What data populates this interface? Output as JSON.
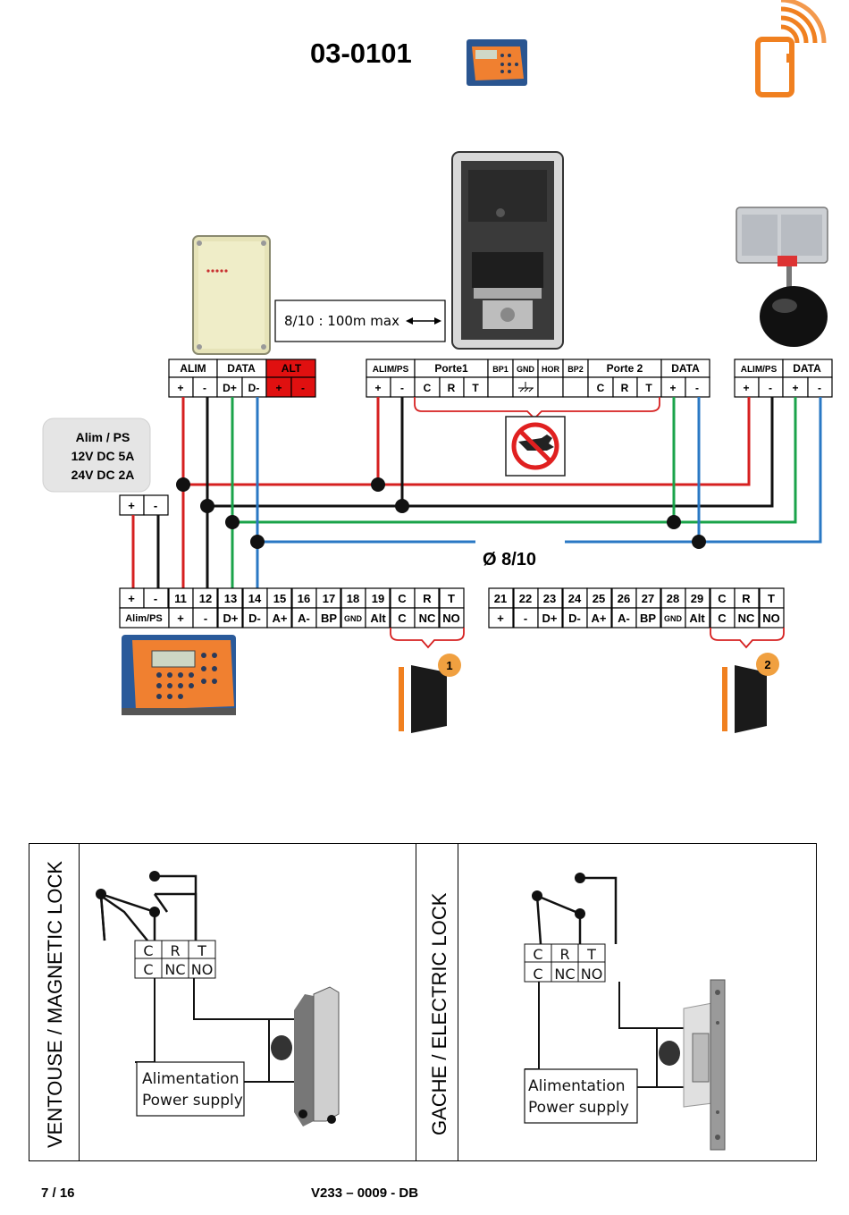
{
  "header": {
    "code": "03-0101"
  },
  "power_box": {
    "line1": "Alim / PS",
    "line2": "12V DC 5A",
    "line3": "24V DC 2A",
    "plus": "+",
    "minus": "-"
  },
  "distance_note": "8/10 : 100m max",
  "cable_label": "Ø 8/10",
  "module_a": {
    "headers": [
      "ALIM",
      "DATA",
      "ALT"
    ],
    "pins": [
      "+",
      "-",
      "D+",
      "D-",
      "+",
      "-"
    ]
  },
  "reader": {
    "headers": [
      "ALIM/PS",
      "Porte1",
      "BP1",
      "GND",
      "HOR",
      "BP2",
      "Porte 2",
      "DATA"
    ],
    "pins": [
      "+",
      "-",
      "C",
      "R",
      "T",
      "",
      "",
      "",
      "",
      "C",
      "R",
      "T",
      "+",
      "-"
    ]
  },
  "module_c": {
    "headers": [
      "ALIM/PS",
      "DATA"
    ],
    "pins": [
      "+",
      "-",
      "+",
      "-"
    ]
  },
  "controller_left": {
    "top": [
      "+",
      "-",
      "11",
      "12",
      "13",
      "14",
      "15",
      "16",
      "17",
      "18",
      "19",
      "C",
      "R",
      "T"
    ],
    "bottom": [
      "Alim/PS",
      "+",
      "-",
      "D+",
      "D-",
      "A+",
      "A-",
      "BP",
      "GND",
      "Alt",
      "C",
      "NC",
      "NO"
    ]
  },
  "controller_right": {
    "top": [
      "21",
      "22",
      "23",
      "24",
      "25",
      "26",
      "27",
      "28",
      "29",
      "C",
      "R",
      "T"
    ],
    "bottom": [
      "+",
      "-",
      "D+",
      "D-",
      "A+",
      "A-",
      "BP",
      "GND",
      "Alt",
      "C",
      "NC",
      "NO"
    ]
  },
  "doors": [
    "1",
    "2"
  ],
  "lock_panels": [
    {
      "label": "VENTOUSE / MAGNETIC LOCK",
      "relay_top": [
        "C",
        "R",
        "T"
      ],
      "relay_bottom": [
        "C",
        "NC",
        "NO"
      ],
      "psu_line1": "Alimentation",
      "psu_line2": "Power supply"
    },
    {
      "label": "GACHE / ELECTRIC LOCK",
      "relay_top": [
        "C",
        "R",
        "T"
      ],
      "relay_bottom": [
        "C",
        "NC",
        "NO"
      ],
      "psu_line1": "Alimentation",
      "psu_line2": "Power supply"
    }
  ],
  "colors": {
    "red": "#d62020",
    "green": "#1aa34a",
    "blue": "#2a78c4",
    "orange": "#f08020",
    "alt_red": "#e01010"
  },
  "footer": {
    "page": "7 / 16",
    "ref": "V233 – 0009 - DB"
  }
}
